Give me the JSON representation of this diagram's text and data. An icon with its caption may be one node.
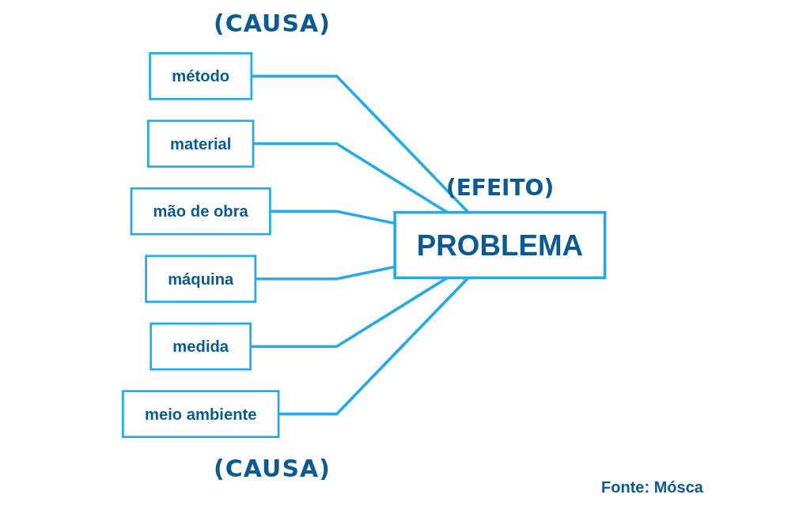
{
  "diagram": {
    "nodes": [
      {
        "text": [
          "método"
        ]
      },
      {
        "text": [
          "material"
        ]
      },
      {
        "text": [
          "mão de obra"
        ]
      },
      {
        "text": [
          "PROBLEMA"
        ],
        "beside": [
          "(EFEITO)"
        ]
      },
      {
        "text": [
          "máquina"
        ]
      },
      {
        "text": [
          "medida"
        ]
      },
      {
        "text": [
          "meio ambiente"
        ]
      }
    ],
    "edges": [
      {
        "from": 0,
        "to": 3,
        "arrow": "none"
      },
      {
        "from": 1,
        "to": 3,
        "arrow": "none"
      },
      {
        "from": 2,
        "to": 3,
        "arrow": "none"
      },
      {
        "from": 4,
        "to": 3,
        "arrow": "none"
      },
      {
        "from": 5,
        "to": 3,
        "arrow": "none"
      },
      {
        "from": 6,
        "to": 3,
        "arrow": "none"
      }
    ],
    "labels": [
      "(CAUSA)",
      "(CAUSA)",
      "Fonte: Mósca"
    ]
  }
}
